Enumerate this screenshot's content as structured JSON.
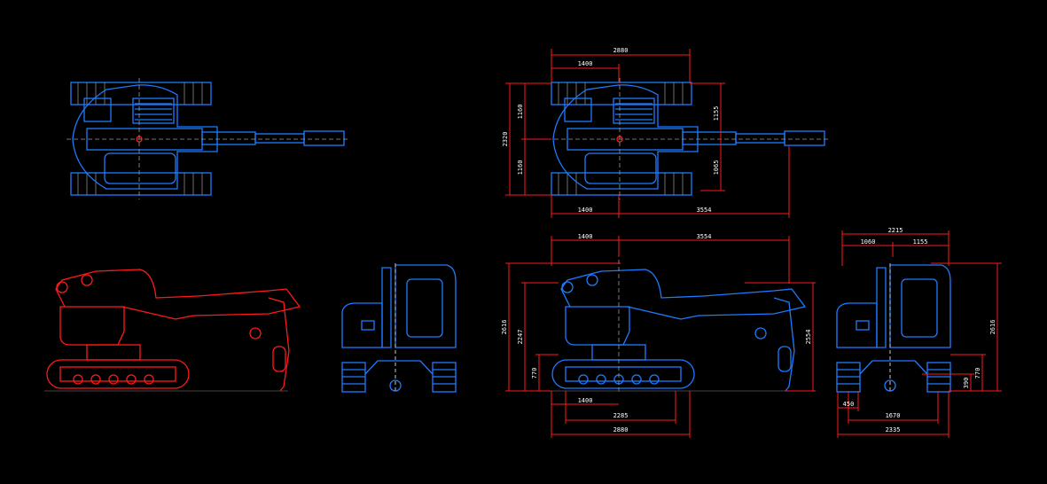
{
  "colors": {
    "background": "#000000",
    "outline": "#1e7bff",
    "dimension": "#ff1a1a",
    "centerline": "#999999",
    "text": "#ffffff"
  },
  "plan_view": {
    "overall_length": "2880",
    "front_to_center": "1400",
    "overall_width": "2320",
    "half_width_left_a": "1160",
    "half_width_left_b": "1160",
    "right_upper": "1155",
    "right_lower": "1065",
    "rear_to_center": "1400",
    "boom_reach": "3554"
  },
  "side_view": {
    "rear_to_center": "1400",
    "boom_reach": "3554",
    "overall_height": "2616",
    "boom_height": "2247",
    "body_clearance": "770",
    "hook_height": "2554",
    "center_offset": "1400",
    "tumbler_distance": "2285",
    "track_length": "2880"
  },
  "front_view": {
    "overall_width": "2215",
    "left_half": "1060",
    "right_half": "1155",
    "overall_height": "2616",
    "body_clearance": "770",
    "ground_clearance": "390",
    "track_shoe_width": "450",
    "track_gauge": "1670",
    "crawler_width": "2335"
  }
}
